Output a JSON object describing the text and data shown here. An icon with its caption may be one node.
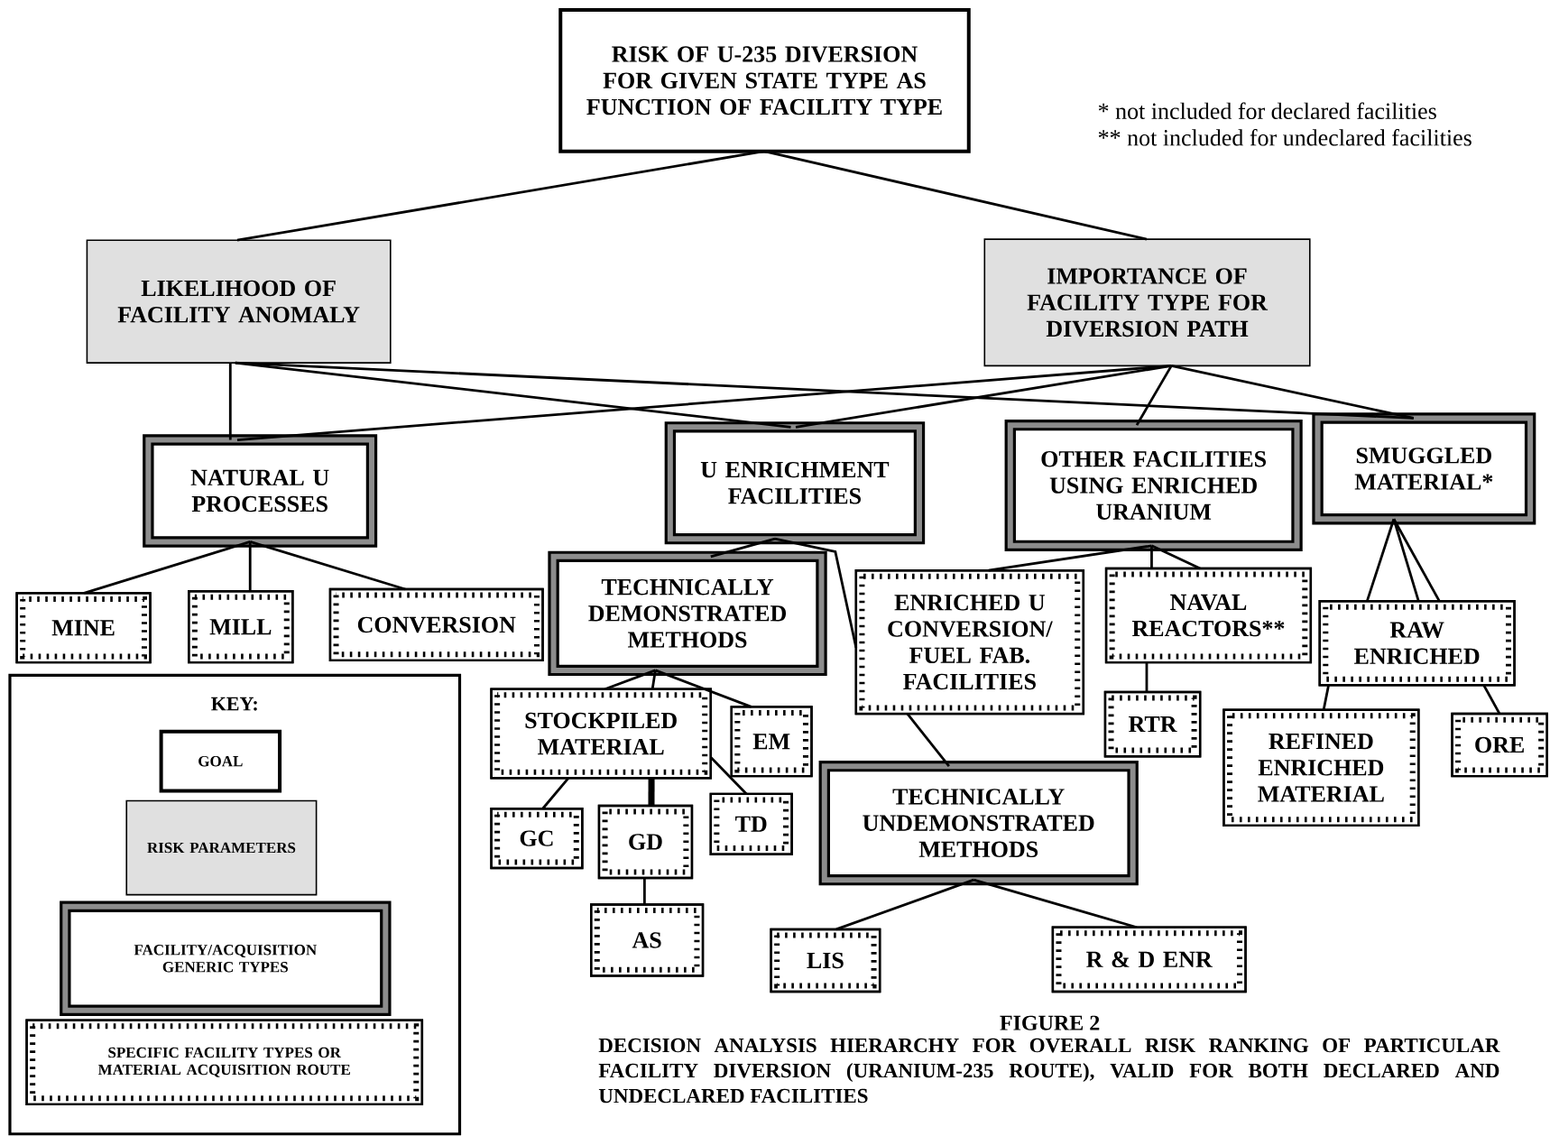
{
  "diagram": {
    "caption": "DECISION ANALYSIS HIERARCHY FOR OVERALL RISK RANKING OF PARTICULAR FACILITY DIVERSION (URANIUM-235 ROUTE), VALID FOR BOTH DECLARED AND UNDECLARED FACILITIES",
    "nodes": [
      {
        "text": [
          "RISK OF U-235 DIVERSION FOR GIVEN STATE TYPE AS FUNCTION OF FACILITY TYPE"
        ]
      },
      {
        "text": [
          "LIKELIHOOD OF FACILITY ANOMALY"
        ]
      },
      {
        "text": [
          "IMPORTANCE OF FACILITY TYPE FOR DIVERSION PATH"
        ]
      },
      {
        "text": [
          "NATURAL U PROCESSES"
        ]
      },
      {
        "text": [
          "U ENRICHMENT FACILITIES"
        ]
      },
      {
        "text": [
          "OTHER FACILITIES USING ENRICHED URANIUM"
        ]
      },
      {
        "text": [
          "SMUGGLED MATERIAL*"
        ]
      },
      {
        "text": [
          "MINE"
        ]
      },
      {
        "text": [
          "MILL"
        ]
      },
      {
        "text": [
          "CONVERSION"
        ]
      },
      {
        "text": [
          "TECHNICALLY DEMONSTRATED METHODS"
        ]
      },
      {
        "text": [
          "ENRICHED U CONVERSION/ FUEL FAB. FACILITIES"
        ]
      },
      {
        "text": [
          "NAVAL REACTORS**"
        ]
      },
      {
        "text": [
          "RAW ENRICHED"
        ]
      },
      {
        "text": [
          "STOCKPILED MATERIAL"
        ]
      },
      {
        "text": [
          "EM"
        ]
      },
      {
        "text": [
          "RTR"
        ]
      },
      {
        "text": [
          "REFINED ENRICHED MATERIAL"
        ]
      },
      {
        "text": [
          "ORE"
        ]
      },
      {
        "text": [
          "GC"
        ]
      },
      {
        "text": [
          "GD"
        ]
      },
      {
        "text": [
          "TD"
        ]
      },
      {
        "text": [
          "TECHNICALLY UNDEMONSTRATED METHODS"
        ]
      },
      {
        "text": [
          "AS"
        ]
      },
      {
        "text": [
          "LIS"
        ]
      },
      {
        "text": [
          "R & D ENR"
        ]
      },
      {
        "text": [
          "KEY:"
        ]
      },
      {
        "text": [
          "GOAL"
        ],
        "in": 26
      },
      {
        "text": [
          "RISK PARAMETERS"
        ],
        "in": 26
      },
      {
        "text": [
          "FACILITY/ACQUISITION GENERIC TYPES"
        ],
        "in": 26
      },
      {
        "text": [
          "SPECIFIC FACILITY TYPES OR MATERIAL ACQUISITION ROUTE"
        ],
        "in": 26
      }
    ],
    "edges": [
      {
        "from": 0,
        "to": 1,
        "arrow": "none"
      },
      {
        "from": 0,
        "to": 2,
        "arrow": "none"
      },
      {
        "from": 1,
        "to": 3,
        "arrow": "none"
      },
      {
        "from": 1,
        "to": 4,
        "arrow": "none"
      },
      {
        "from": 1,
        "to": 6,
        "arrow": "none"
      },
      {
        "from": 2,
        "to": 3,
        "arrow": "none"
      },
      {
        "from": 2,
        "to": 4,
        "arrow": "none"
      },
      {
        "from": 2,
        "to": 5,
        "arrow": "none"
      },
      {
        "from": 2,
        "to": 6,
        "arrow": "none"
      },
      {
        "from": 3,
        "to": 7,
        "arrow": "none"
      },
      {
        "from": 3,
        "to": 8,
        "arrow": "none"
      },
      {
        "from": 3,
        "to": 9,
        "arrow": "none"
      },
      {
        "from": 4,
        "to": 10,
        "arrow": "none"
      },
      {
        "from": 4,
        "to": 11,
        "arrow": "none"
      },
      {
        "from": 5,
        "to": 11,
        "arrow": "none"
      },
      {
        "from": 5,
        "to": 12,
        "arrow": "none"
      },
      {
        "from": 5,
        "to": 12,
        "arrow": "none"
      },
      {
        "from": 6,
        "to": 13,
        "arrow": "none"
      },
      {
        "from": 6,
        "to": 13,
        "arrow": "none"
      },
      {
        "from": 6,
        "to": 13,
        "arrow": "none"
      },
      {
        "from": 10,
        "to": 14,
        "arrow": "none"
      },
      {
        "from": 10,
        "to": 14,
        "arrow": "none"
      },
      {
        "from": 10,
        "to": 15,
        "arrow": "none"
      },
      {
        "from": 14,
        "to": 19,
        "arrow": "none"
      },
      {
        "from": 14,
        "to": 20,
        "arrow": "none",
        "style": "thick"
      },
      {
        "from": 14,
        "to": 21,
        "arrow": "none"
      },
      {
        "from": 20,
        "to": 23,
        "arrow": "none"
      },
      {
        "from": 11,
        "to": 22,
        "arrow": "none"
      },
      {
        "from": 22,
        "to": 24,
        "arrow": "none"
      },
      {
        "from": 22,
        "to": 25,
        "arrow": "none"
      },
      {
        "from": 12,
        "to": 16,
        "arrow": "none"
      },
      {
        "from": 13,
        "to": 17,
        "arrow": "none"
      },
      {
        "from": 13,
        "to": 18,
        "arrow": "none"
      }
    ],
    "labels": [
      "* not included for declared facilities",
      "** not included for undeclared facilities",
      "FIGURE 2"
    ]
  }
}
